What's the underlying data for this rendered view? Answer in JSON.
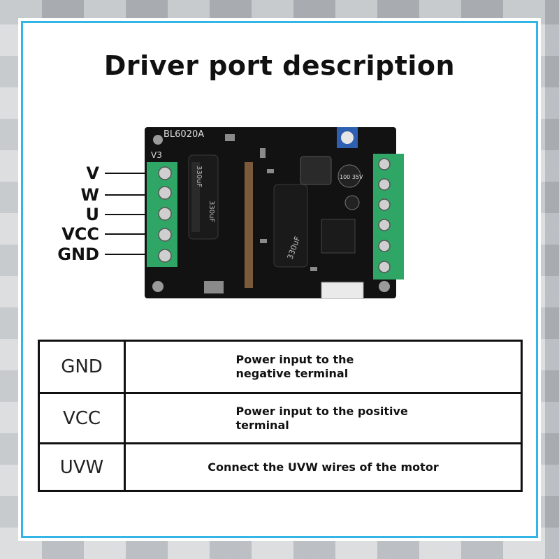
{
  "title": "Driver port description",
  "board": {
    "model_label": "BL6020A",
    "version_label": "V3",
    "cap_large_1": "330uF",
    "cap_large_2": "330uF",
    "cap_large_3": "330uF",
    "cap_small": "100 35V"
  },
  "pin_labels": [
    "V",
    "W",
    "U",
    "VCC",
    "GND"
  ],
  "ports": [
    {
      "name": "GND",
      "description": "Power input to the negative terminal"
    },
    {
      "name": "VCC",
      "description": "Power input to the positive terminal"
    },
    {
      "name": "UVW",
      "description": "Connect the UVW wires of the motor"
    }
  ],
  "colors": {
    "frame": "#33b5e5",
    "terminal": "#2fa566",
    "pcb": "#111111"
  }
}
